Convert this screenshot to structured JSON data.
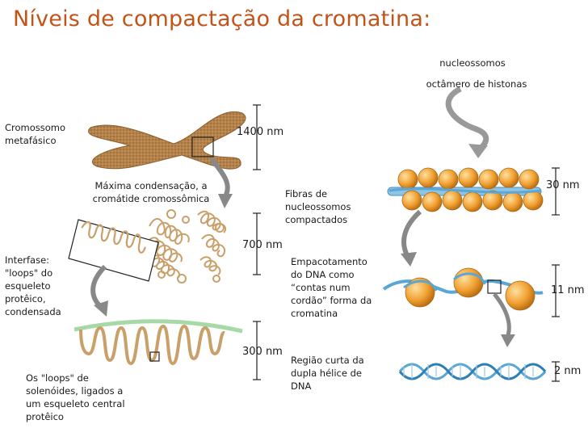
{
  "title": "Níveis de compactação da cromatina:",
  "labels": {
    "cromossomo": "Cromossomo\nmetafásico",
    "maxima": "Máxima condensação, a\ncromátide cromossômica",
    "interfase": "Interfase:\n\"loops\" do\nesqueleto\nprotêico,\ncondensada",
    "loops": "Os \"loops\" de\nsolenóides, ligados a\num esqueleto central\nprotêico",
    "nucleossomos": "nucleossomos",
    "octamero": "octâmero de histonas",
    "fibras": "Fibras de\nnucleossomos\ncompactados",
    "empacotamento": "Empacotamento\ndo DNA como\n“contas num\ncordão” forma da\ncromatina",
    "regiao": "Região curta da\ndupla hélice de\nDNA"
  },
  "scales": {
    "s1400": "1400 nm",
    "s700": "700 nm",
    "s300": "300 nm",
    "s30": "30 nm",
    "s11": "11 nm",
    "s2": "2 nm"
  },
  "colors": {
    "title": "#c2541a",
    "chromosome": "#b88746",
    "fiber": "#c9a06a",
    "bead": "#f0a030",
    "dna": "#5aa7d6",
    "scaffold": "#a6d9a6"
  }
}
